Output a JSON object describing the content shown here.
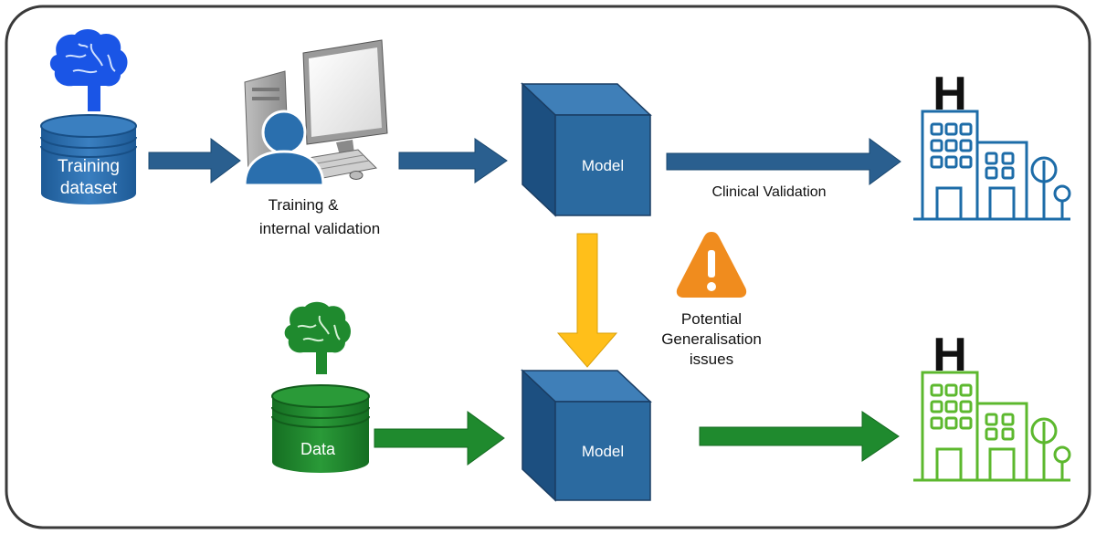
{
  "labels": {
    "training_dataset_line1": "Training",
    "training_dataset_line2": "dataset",
    "training_line1": "Training &",
    "training_line2": "internal validation",
    "model_top": "Model",
    "model_bottom": "Model",
    "clinical_validation": "Clinical Validation",
    "generalisation_line1": "Potential",
    "generalisation_line2": "Generalisation",
    "generalisation_line3": "issues",
    "data": "Data",
    "hospital_letter_top": "H",
    "hospital_letter_bottom": "H"
  },
  "icons": {
    "brain_top": "brain-icon",
    "brain_bottom": "brain-icon",
    "database_top": "database-icon",
    "database_bottom": "database-icon",
    "computer": "computer-icon",
    "person": "user-icon",
    "warning": "warning-icon",
    "hospital": "hospital-icon"
  },
  "colors": {
    "blue_arrow": "#2a5f8f",
    "blue_cube_front": "#2b6aa0",
    "blue_brain": "#1a55e6",
    "blue_db": "#2a66a8",
    "green": "#1f8a2e",
    "green_hospital": "#5cb82e",
    "yellow_arrow": "#ffbf1a",
    "warning_orange": "#f08c1e",
    "hospital_blue": "#1d6ca8",
    "frame": "#3a3a3a"
  }
}
